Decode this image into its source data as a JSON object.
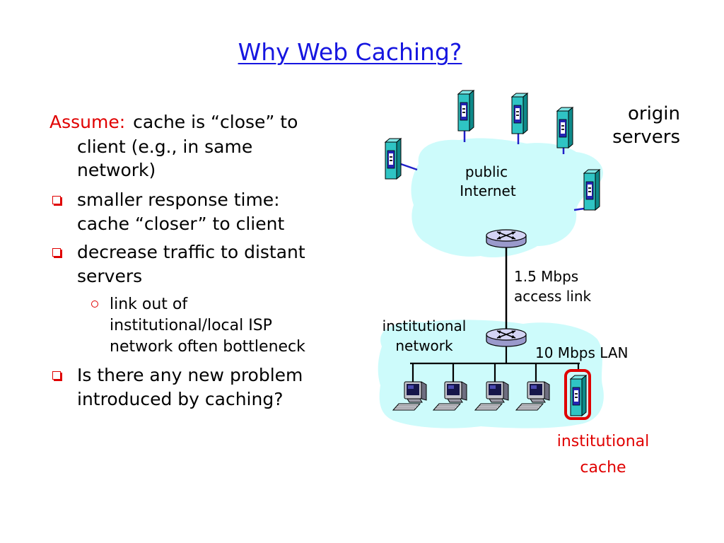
{
  "title": "Why Web Caching?",
  "colors": {
    "title": "#1616e0",
    "accent_red": "#e00000",
    "cloud_fill": "#cdfbfb",
    "server_link": "#2020c8"
  },
  "assume": {
    "label": "Assume:",
    "lines": [
      "cache is “close” to",
      "client (e.g., in same",
      "network)"
    ]
  },
  "bullets": [
    {
      "lines": [
        "smaller response time:",
        "cache “closer” to client"
      ]
    },
    {
      "lines": [
        "decrease traffic to distant",
        "servers"
      ],
      "sub_bullets": [
        {
          "lines": [
            "link out of",
            "institutional/local ISP",
            "network often bottleneck"
          ]
        }
      ]
    },
    {
      "lines": [
        "Is there any new problem",
        "introduced by caching?"
      ]
    }
  ],
  "diagram": {
    "origin_servers": [
      "origin",
      "servers"
    ],
    "public_internet": [
      "public",
      "Internet"
    ],
    "access_link": [
      "1.5 Mbps",
      "access link"
    ],
    "institutional_network": [
      "institutional",
      "network"
    ],
    "lan": "10 Mbps LAN",
    "institutional_cache": [
      "institutional",
      "cache"
    ]
  },
  "icons": {
    "bullet": "square-bullet-icon",
    "sub_bullet": "circle-bullet-icon",
    "server": "server-icon",
    "router": "router-icon",
    "computer": "computer-icon"
  }
}
